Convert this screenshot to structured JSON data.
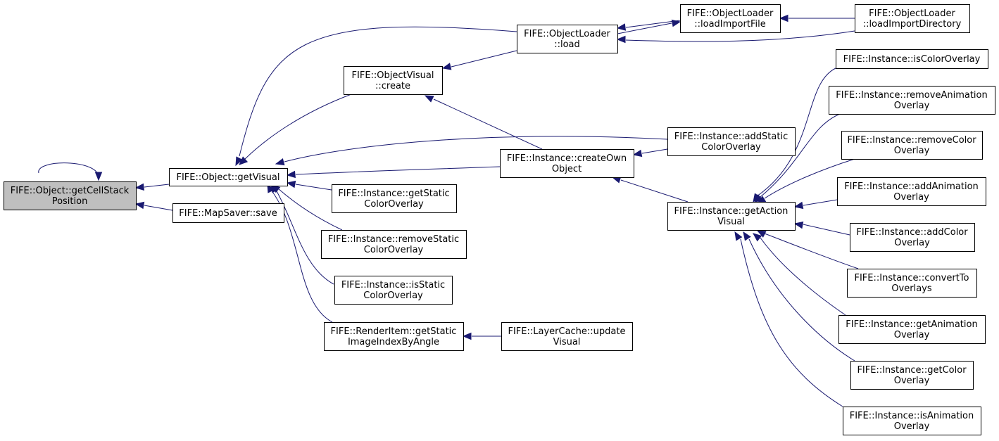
{
  "graph": {
    "colors": {
      "edge": "#191970",
      "root_fill": "#bfbfbf",
      "node_fill": "#ffffff",
      "node_border": "#000000"
    },
    "nodes": [
      {
        "id": "getCellStackPosition",
        "lines": [
          "FIFE::Object::getCellStack",
          "Position"
        ],
        "highlighted": true
      },
      {
        "id": "getVisual",
        "lines": [
          "FIFE::Object::getVisual"
        ]
      },
      {
        "id": "mapSaverSave",
        "lines": [
          "FIFE::MapSaver::save"
        ]
      },
      {
        "id": "objectVisualCreate",
        "lines": [
          "FIFE::ObjectVisual",
          "::create"
        ]
      },
      {
        "id": "objectLoaderLoad",
        "lines": [
          "FIFE::ObjectLoader",
          "::load"
        ]
      },
      {
        "id": "loadImportFile",
        "lines": [
          "FIFE::ObjectLoader",
          "::loadImportFile"
        ]
      },
      {
        "id": "loadImportDirectory",
        "lines": [
          "FIFE::ObjectLoader",
          "::loadImportDirectory"
        ]
      },
      {
        "id": "createOwnObject",
        "lines": [
          "FIFE::Instance::createOwn",
          "Object"
        ]
      },
      {
        "id": "addStaticColorOverlay",
        "lines": [
          "FIFE::Instance::addStatic",
          "ColorOverlay"
        ]
      },
      {
        "id": "getActionVisual",
        "lines": [
          "FIFE::Instance::getAction",
          "Visual"
        ]
      },
      {
        "id": "getStaticColorOverlay",
        "lines": [
          "FIFE::Instance::getStatic",
          "ColorOverlay"
        ]
      },
      {
        "id": "removeStaticColorOverlay",
        "lines": [
          "FIFE::Instance::removeStatic",
          "ColorOverlay"
        ]
      },
      {
        "id": "isStaticColorOverlay",
        "lines": [
          "FIFE::Instance::isStatic",
          "ColorOverlay"
        ]
      },
      {
        "id": "getStaticImageIndexByAngle",
        "lines": [
          "FIFE::RenderItem::getStatic",
          "ImageIndexByAngle"
        ]
      },
      {
        "id": "layerCacheUpdateVisual",
        "lines": [
          "FIFE::LayerCache::update",
          "Visual"
        ]
      },
      {
        "id": "isColorOverlay",
        "lines": [
          "FIFE::Instance::isColorOverlay"
        ]
      },
      {
        "id": "removeAnimationOverlay",
        "lines": [
          "FIFE::Instance::removeAnimation",
          "Overlay"
        ]
      },
      {
        "id": "removeColorOverlay",
        "lines": [
          "FIFE::Instance::removeColor",
          "Overlay"
        ]
      },
      {
        "id": "addAnimationOverlay",
        "lines": [
          "FIFE::Instance::addAnimation",
          "Overlay"
        ]
      },
      {
        "id": "addColorOverlay",
        "lines": [
          "FIFE::Instance::addColor",
          "Overlay"
        ]
      },
      {
        "id": "convertToOverlays",
        "lines": [
          "FIFE::Instance::convertTo",
          "Overlays"
        ]
      },
      {
        "id": "getAnimationOverlay",
        "lines": [
          "FIFE::Instance::getAnimation",
          "Overlay"
        ]
      },
      {
        "id": "getColorOverlay",
        "lines": [
          "FIFE::Instance::getColor",
          "Overlay"
        ]
      },
      {
        "id": "isAnimationOverlay",
        "lines": [
          "FIFE::Instance::isAnimation",
          "Overlay"
        ]
      }
    ],
    "edges": [
      {
        "from": "getCellStackPosition",
        "to": "getCellStackPosition"
      },
      {
        "from": "getVisual",
        "to": "getCellStackPosition"
      },
      {
        "from": "mapSaverSave",
        "to": "getCellStackPosition"
      },
      {
        "from": "objectLoaderLoad",
        "to": "getVisual"
      },
      {
        "from": "objectVisualCreate",
        "to": "getVisual"
      },
      {
        "from": "addStaticColorOverlay",
        "to": "getVisual"
      },
      {
        "from": "createOwnObject",
        "to": "getVisual"
      },
      {
        "from": "getStaticColorOverlay",
        "to": "getVisual"
      },
      {
        "from": "removeStaticColorOverlay",
        "to": "getVisual"
      },
      {
        "from": "isStaticColorOverlay",
        "to": "getVisual"
      },
      {
        "from": "getStaticImageIndexByAngle",
        "to": "getVisual"
      },
      {
        "from": "objectLoaderLoad",
        "to": "objectVisualCreate"
      },
      {
        "from": "createOwnObject",
        "to": "objectVisualCreate"
      },
      {
        "from": "loadImportFile",
        "to": "objectLoaderLoad"
      },
      {
        "from": "loadImportDirectory",
        "to": "objectLoaderLoad"
      },
      {
        "from": "objectLoaderLoad",
        "to": "loadImportFile"
      },
      {
        "from": "loadImportDirectory",
        "to": "loadImportFile"
      },
      {
        "from": "addStaticColorOverlay",
        "to": "createOwnObject"
      },
      {
        "from": "getActionVisual",
        "to": "createOwnObject"
      },
      {
        "from": "layerCacheUpdateVisual",
        "to": "getStaticImageIndexByAngle"
      },
      {
        "from": "isColorOverlay",
        "to": "getActionVisual"
      },
      {
        "from": "removeAnimationOverlay",
        "to": "getActionVisual"
      },
      {
        "from": "removeColorOverlay",
        "to": "getActionVisual"
      },
      {
        "from": "addAnimationOverlay",
        "to": "getActionVisual"
      },
      {
        "from": "addColorOverlay",
        "to": "getActionVisual"
      },
      {
        "from": "convertToOverlays",
        "to": "getActionVisual"
      },
      {
        "from": "getAnimationOverlay",
        "to": "getActionVisual"
      },
      {
        "from": "getColorOverlay",
        "to": "getActionVisual"
      },
      {
        "from": "isAnimationOverlay",
        "to": "getActionVisual"
      }
    ]
  }
}
